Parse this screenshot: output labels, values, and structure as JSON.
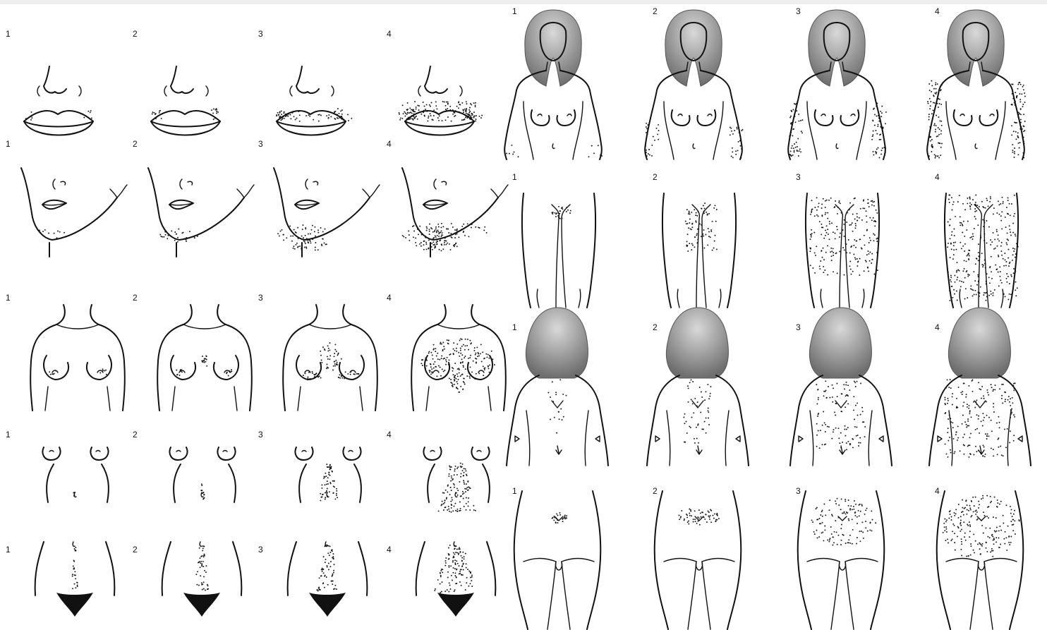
{
  "figure": {
    "grade_labels": [
      "1",
      "2",
      "3",
      "4"
    ],
    "colors": {
      "line": "#111111",
      "hair_light": "#d9d9d9",
      "hair_dark": "#6e6e6e",
      "background": "#ffffff"
    },
    "panels": [
      {
        "name": "upper-lip",
        "side": "left",
        "grades": [
          1,
          2,
          3,
          4
        ]
      },
      {
        "name": "chin",
        "side": "left",
        "grades": [
          1,
          2,
          3,
          4
        ]
      },
      {
        "name": "chest",
        "side": "left",
        "grades": [
          1,
          2,
          3,
          4
        ]
      },
      {
        "name": "upper-abdomen",
        "side": "left",
        "grades": [
          1,
          2,
          3,
          4
        ]
      },
      {
        "name": "lower-abdomen",
        "side": "left",
        "grades": [
          1,
          2,
          3,
          4
        ]
      },
      {
        "name": "upper-arm",
        "side": "right",
        "grades": [
          1,
          2,
          3,
          4
        ]
      },
      {
        "name": "thigh",
        "side": "right",
        "grades": [
          1,
          2,
          3,
          4
        ]
      },
      {
        "name": "upper-back",
        "side": "right",
        "grades": [
          1,
          2,
          3,
          4
        ]
      },
      {
        "name": "lower-back",
        "side": "right",
        "grades": [
          1,
          2,
          3,
          4
        ]
      }
    ]
  }
}
